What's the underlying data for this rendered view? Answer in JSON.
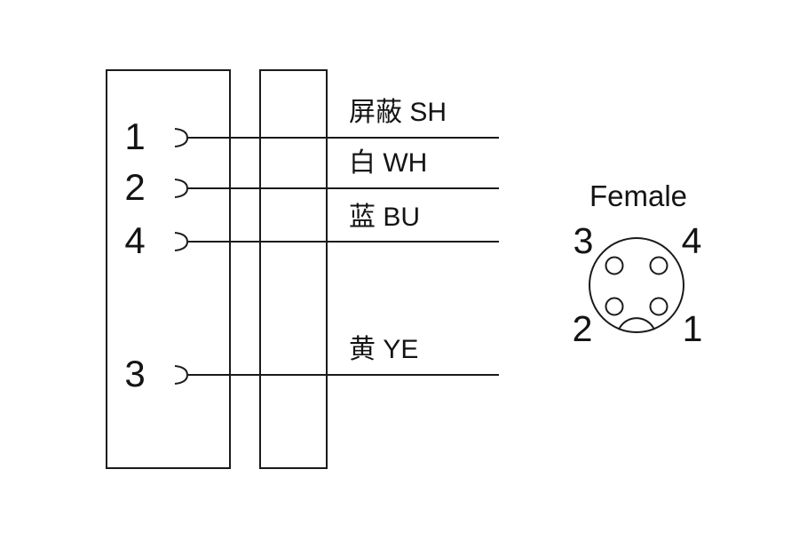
{
  "colors": {
    "stroke": "#1a1a1a",
    "background": "#ffffff"
  },
  "left_connector": {
    "pins": [
      {
        "number": "1",
        "wire_label": "屏蔽 SH"
      },
      {
        "number": "2",
        "wire_label": "白 WH"
      },
      {
        "number": "4",
        "wire_label": "蓝 BU"
      },
      {
        "number": "3",
        "wire_label": "黄 YE"
      }
    ]
  },
  "connector_face": {
    "title": "Female",
    "pins": {
      "top_left": "3",
      "top_right": "4",
      "bottom_left": "2",
      "bottom_right": "1"
    }
  }
}
